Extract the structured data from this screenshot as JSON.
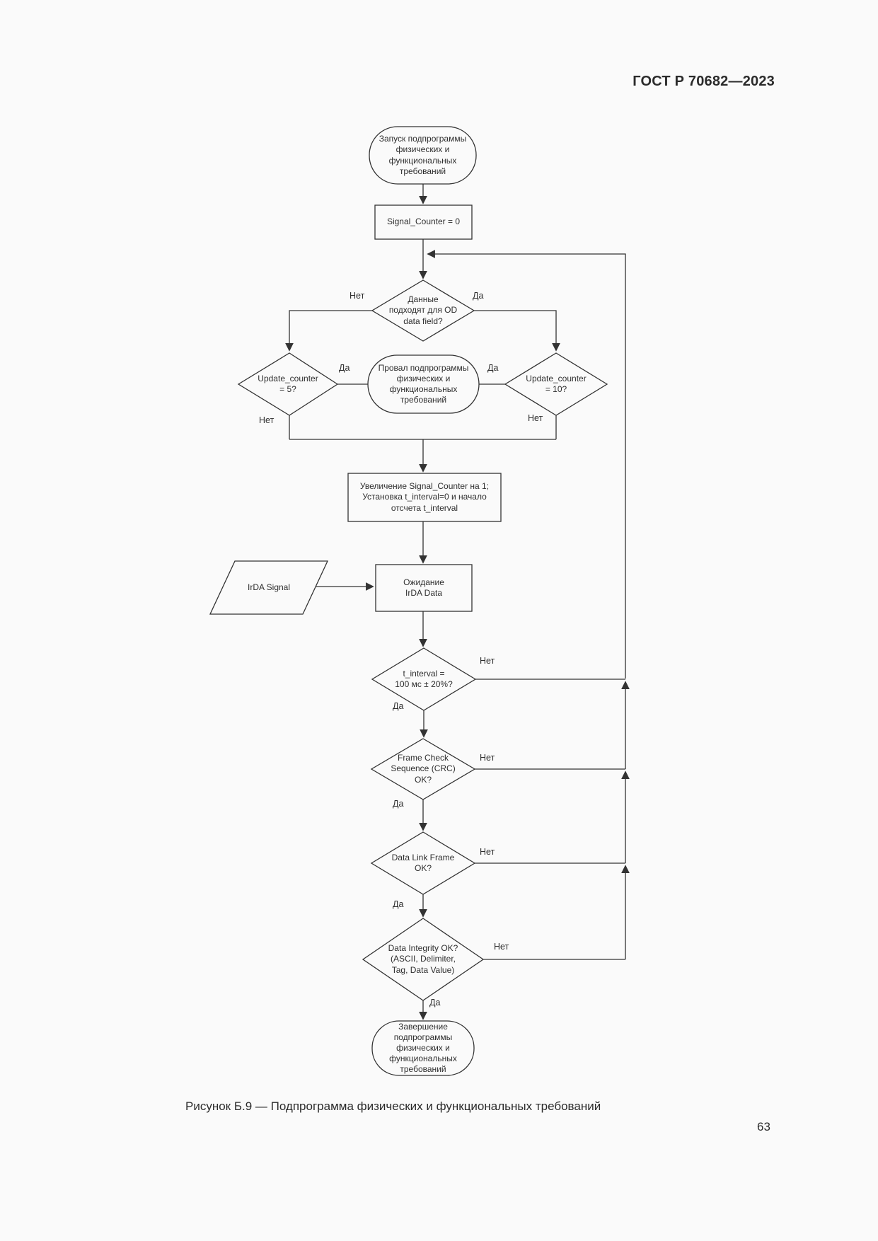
{
  "page": {
    "header": "ГОСТ Р 70682—2023",
    "caption": "Рисунок Б.9 — Подпрограмма физических и функциональных требований",
    "page_number": "63"
  },
  "flowchart": {
    "colors": {
      "line": "#333333",
      "text": "#2e2e2e",
      "background": "#fafafa"
    },
    "labels": {
      "yes": "Да",
      "no": "Нет"
    },
    "nodes": {
      "start": {
        "type": "terminator",
        "label": "Запуск подпрограммы\nфизических и\nфункциональных\nтребований"
      },
      "init_counter": {
        "type": "process",
        "label": "Signal_Counter = 0"
      },
      "od_check": {
        "type": "decision",
        "label": "Данные\nподходят для OD\ndata field?"
      },
      "update5": {
        "type": "decision",
        "label": "Update_counter\n= 5?"
      },
      "fail": {
        "type": "terminator",
        "label": "Провал подпрограммы\nфизических и\nфункциональных\nтребований"
      },
      "update10": {
        "type": "decision",
        "label": "Update_counter\n= 10?"
      },
      "increment": {
        "type": "process",
        "label": "Увеличение Signal_Counter на 1;\nУстановка t_interval=0 и начало\nотсчета t_interval"
      },
      "irda_signal": {
        "type": "io",
        "label": "IrDA Signal"
      },
      "wait_data": {
        "type": "process",
        "label": "Ожидание\nIrDA Data"
      },
      "t_interval": {
        "type": "decision",
        "label": "t_interval =\n100 мс ± 20%?"
      },
      "crc": {
        "type": "decision",
        "label": "Frame Check\nSequence (CRC)\nOK?"
      },
      "data_link": {
        "type": "decision",
        "label": "Data Link Frame\nOK?"
      },
      "integrity": {
        "type": "decision",
        "label": "Data Integrity OK?\n(ASCII, Delimiter,\nTag, Data Value)"
      },
      "end": {
        "type": "terminator",
        "label": "Завершение\nподпрограммы\nфизических и\nфункциональных\nтребований"
      }
    }
  }
}
